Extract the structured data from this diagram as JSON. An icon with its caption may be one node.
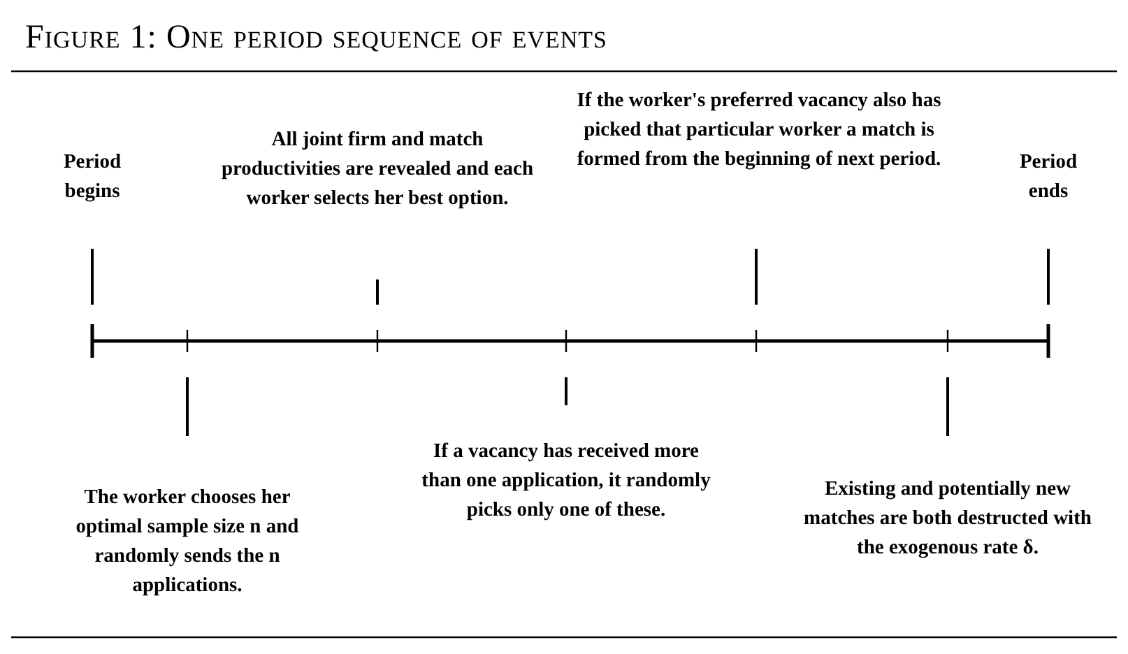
{
  "diagram": {
    "title": "Figure 1: One period sequence of events",
    "labels": [
      "Period begins",
      "All joint firm and match productivities are revealed and each worker selects her best option.",
      "If the worker's preferred vacancy also has picked that particular worker a match is formed from the beginning of next period.",
      "Period ends",
      "The worker chooses her optimal sample size n and randomly sends the n applications.",
      "If a vacancy has received more than one application, it randomly picks only one of these.",
      "Existing and potentially new matches are both destructed with the exogenous rate δ."
    ]
  }
}
